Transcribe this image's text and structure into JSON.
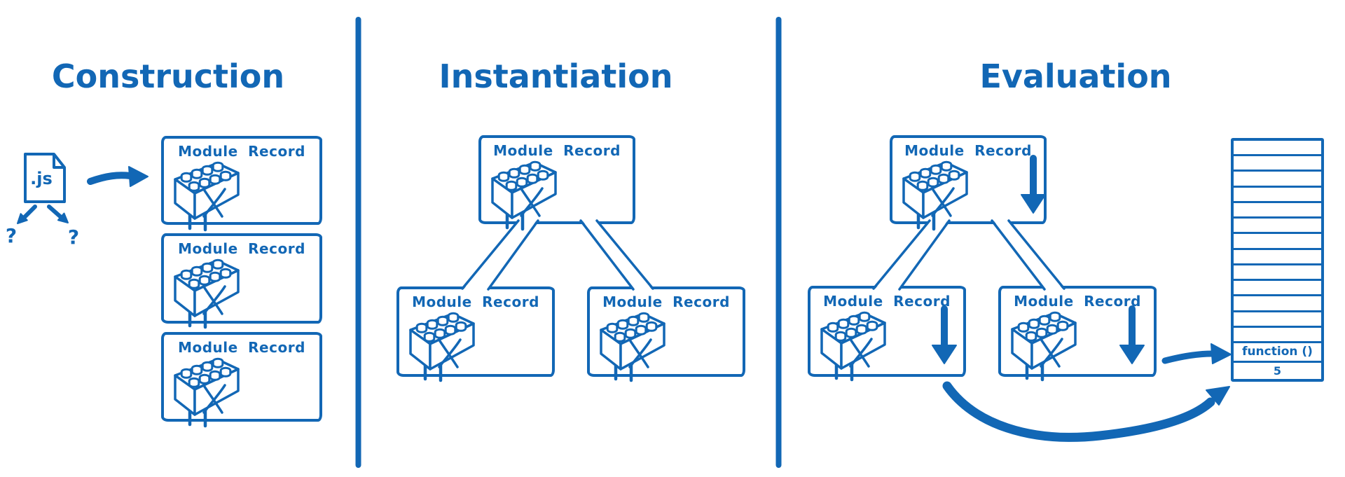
{
  "colors": {
    "ink": "#1267b5",
    "background": "#ffffff"
  },
  "sections": {
    "construction": {
      "title": "Construction"
    },
    "instantiation": {
      "title": "Instantiation"
    },
    "evaluation": {
      "title": "Evaluation"
    }
  },
  "source_file": {
    "label": ".js"
  },
  "question_marks": {
    "left": "?",
    "right": "?"
  },
  "module_record": {
    "label": "Module Record"
  },
  "memory_column": {
    "empty_row_count": 13,
    "function_cell": "function ()",
    "value_cell": "5"
  }
}
